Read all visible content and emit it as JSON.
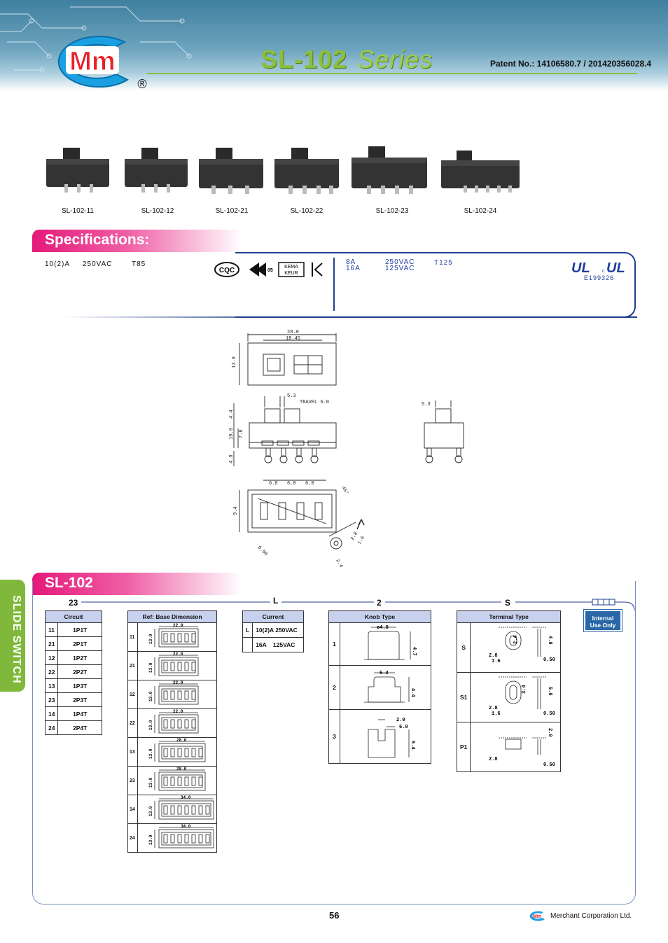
{
  "header": {
    "brand_letters": "Mm",
    "registered_mark": "®",
    "series_title_part1": "SL-102",
    "series_title_part2": "Series",
    "patent": "Patent No.: 14106580.7 / 201420356028.4"
  },
  "products": [
    {
      "label": "SL-102-11"
    },
    {
      "label": "SL-102-12"
    },
    {
      "label": "SL-102-21"
    },
    {
      "label": "SL-102-22"
    },
    {
      "label": "SL-102-23"
    },
    {
      "label": "SL-102-24"
    }
  ],
  "specifications": {
    "banner": "Specifications:",
    "left_rating": {
      "current": "10(2)A",
      "voltage": "250VAC",
      "temp": "T85"
    },
    "cert_marks": [
      "CQC",
      "ENEC 05",
      "KEMA KEUR",
      "KC"
    ],
    "right_rating": {
      "current": [
        "8A",
        "16A"
      ],
      "voltage": [
        "250VAC",
        "125VAC"
      ],
      "temp": "T125"
    },
    "ul_file": "E199326",
    "ul_marks": [
      "UL",
      "cUL"
    ]
  },
  "drawing": {
    "top_view": {
      "dim_length": "28.0",
      "dim_inner": "18.45",
      "dim_height": "13.0"
    },
    "front_view": {
      "dim_knob": "5.3",
      "travel": "TRAVEL  6.0",
      "dim_a": "4.4",
      "dim_b": "10.0",
      "dim_c": "7.8",
      "dim_d": "4.0"
    },
    "side_view": {
      "dim_knob": "5.3"
    },
    "bottom_view": {
      "pitch": [
        "6.0",
        "6.0",
        "6.0"
      ],
      "angle": "45°",
      "dim_height": "9.4",
      "dim_thick": "0.50",
      "dim_slot_a": "2.8",
      "dim_slot_b": "1.6",
      "dim_slot_c": "2.4"
    }
  },
  "order": {
    "banner": "SL-102",
    "side_tab": "SLIDE SWITCH",
    "code_parts": [
      "23",
      "L",
      "2",
      "S"
    ],
    "internal": [
      "Internal",
      "Use Only"
    ]
  },
  "circuit_table": {
    "header": "Circuit",
    "rows": [
      [
        "11",
        "1P1T"
      ],
      [
        "21",
        "2P1T"
      ],
      [
        "12",
        "1P2T"
      ],
      [
        "22",
        "2P2T"
      ],
      [
        "13",
        "1P3T"
      ],
      [
        "23",
        "2P3T"
      ],
      [
        "14",
        "1P4T"
      ],
      [
        "24",
        "2P4T"
      ]
    ]
  },
  "base_table": {
    "header": "Ref: Base Dimension",
    "rows": [
      {
        "code": "11",
        "width": "22.0",
        "height": "13.0"
      },
      {
        "code": "21",
        "width": "22.0",
        "height": "13.0"
      },
      {
        "code": "12",
        "width": "22.0",
        "height": "13.0"
      },
      {
        "code": "22",
        "width": "22.0",
        "height": "13.0"
      },
      {
        "code": "13",
        "width": "28.0",
        "height": "13.0"
      },
      {
        "code": "23",
        "width": "28.0",
        "height": "13.0"
      },
      {
        "code": "14",
        "width": "34.0",
        "height": "13.0"
      },
      {
        "code": "24",
        "width": "34.0",
        "height": "13.0"
      }
    ]
  },
  "current_table": {
    "header": "Current",
    "rows": [
      [
        "L",
        "10(2)A 250VAC"
      ],
      [
        "",
        "16A    125VAC"
      ]
    ]
  },
  "knob_table": {
    "header": "Knob Type",
    "rows": [
      {
        "code": "1",
        "dims": [
          "ø4.8",
          "4.7"
        ]
      },
      {
        "code": "2",
        "dims": [
          "5.3",
          "4.4"
        ]
      },
      {
        "code": "3",
        "dims": [
          "2.0",
          "6.0",
          "5.4"
        ]
      }
    ]
  },
  "terminal_table": {
    "header": "Terminal Type",
    "rows": [
      {
        "code": "S",
        "dims": [
          "2.8",
          "1.6",
          "2.4",
          "4.0",
          "0.50"
        ]
      },
      {
        "code": "S1",
        "dims": [
          "2.8",
          "1.6",
          "3.4",
          "5.0",
          "0.50"
        ]
      },
      {
        "code": "P1",
        "dims": [
          "2.0",
          "2.8",
          "0.50"
        ]
      }
    ]
  },
  "footer": {
    "page": "56",
    "company": "Merchant Corporation Ltd."
  }
}
